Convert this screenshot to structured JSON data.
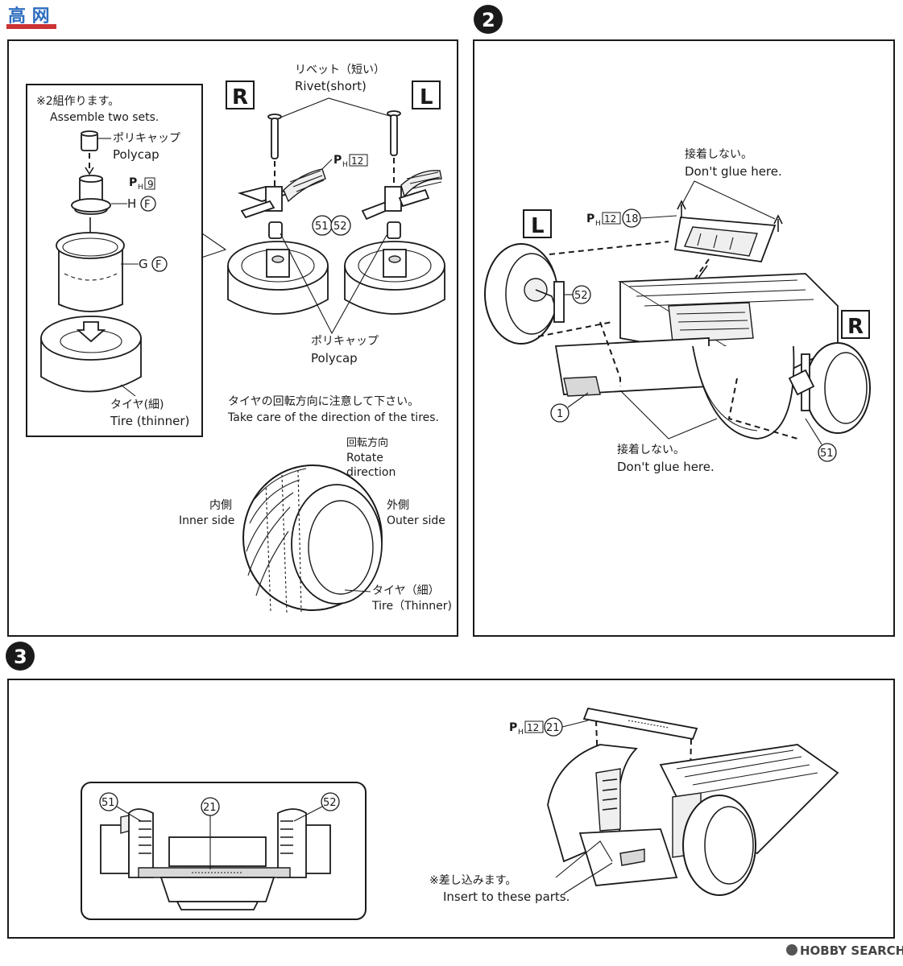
{
  "watermark": {
    "brand": "HOBBY SEARCH",
    "site_logo": "高 网"
  },
  "step1": {
    "sets_note_jp": "※2組作ります。",
    "sets_note_en": "Assemble two sets.",
    "polycap_jp": "ポリキャップ",
    "polycap_en": "Polycap",
    "ph": "P",
    "ph_sub": "H",
    "ph9": "9",
    "ph12": "12",
    "part_h": "H",
    "part_g": "G",
    "tree_f": "F",
    "tire_thin_jp": "タイヤ(細)",
    "tire_thin_en": "Tire (thinner)",
    "rivet_jp": "リベット（短い）",
    "rivet_en": "Rivet(short)",
    "side_r": "R",
    "side_l": "L",
    "part51": "51",
    "part52": "52",
    "polycap2_jp": "ポリキャップ",
    "polycap2_en": "Polycap",
    "direction_note_jp": "タイヤの回転方向に注意して下さい。",
    "direction_note_en": "Take care of the direction of the tires.",
    "rotate_jp": "回転方向",
    "rotate_en1": "Rotate",
    "rotate_en2": "direction",
    "inner_jp": "内側",
    "inner_en": "Inner side",
    "outer_jp": "外側",
    "outer_en": "Outer side",
    "tire2_jp": "タイヤ（細）",
    "tire2_en": "Tire（Thinner)"
  },
  "step2": {
    "number": "2",
    "noglue_top_jp": "接着しない。",
    "noglue_top_en": "Don't glue here.",
    "ph": "P",
    "ph_sub": "H",
    "ph12": "12",
    "part18": "18",
    "side_l": "L",
    "side_r": "R",
    "part52": "52",
    "part1": "1",
    "part51": "51",
    "noglue_bottom_jp": "接着しない。",
    "noglue_bottom_en": "Don't glue here."
  },
  "step3": {
    "number": "3",
    "ph": "P",
    "ph_sub": "H",
    "ph12": "12",
    "part21": "21",
    "part21_detail": "21",
    "part51": "51",
    "part52": "52",
    "insert_jp": "※差し込みます。",
    "insert_en": "Insert to these parts."
  }
}
